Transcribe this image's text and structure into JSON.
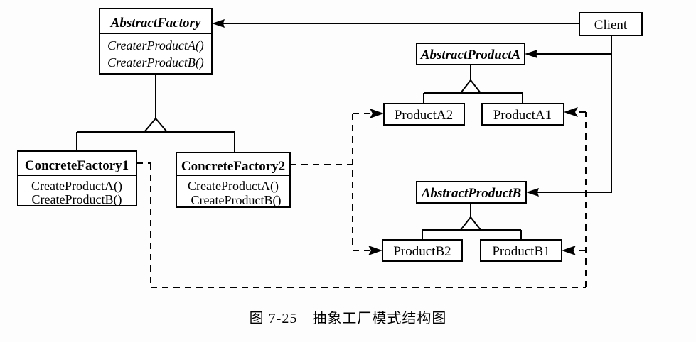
{
  "figure": {
    "caption": "图 7-25　抽象工厂模式结构图",
    "caption_number": "图 7-25",
    "caption_title": "抽象工厂模式结构图"
  },
  "classes": {
    "abstract_factory": {
      "name": "AbstractFactory",
      "stereotype": "abstract",
      "operations": [
        "CreaterProductA()",
        "CreaterProductB()"
      ]
    },
    "concrete_factory_1": {
      "name": "ConcreteFactory1",
      "stereotype": "concrete",
      "operations": [
        "CreateProductA()",
        "CreateProductB()"
      ]
    },
    "concrete_factory_2": {
      "name": "ConcreteFactory2",
      "stereotype": "concrete",
      "operations": [
        "CreateProductA()",
        "CreateProductB()"
      ]
    },
    "client": {
      "name": "Client",
      "stereotype": "concrete",
      "operations": []
    },
    "abstract_product_a": {
      "name": "AbstractProductA",
      "stereotype": "abstract",
      "operations": []
    },
    "product_a1": {
      "name": "ProductA1",
      "stereotype": "concrete",
      "operations": []
    },
    "product_a2": {
      "name": "ProductA2",
      "stereotype": "concrete",
      "operations": []
    },
    "abstract_product_b": {
      "name": "AbstractProductB",
      "stereotype": "abstract",
      "operations": []
    },
    "product_b1": {
      "name": "ProductB1",
      "stereotype": "concrete",
      "operations": []
    },
    "product_b2": {
      "name": "ProductB2",
      "stereotype": "concrete",
      "operations": []
    }
  },
  "relationships": [
    {
      "kind": "association",
      "style": "solid-arrow",
      "from": "Client",
      "to": "AbstractFactory"
    },
    {
      "kind": "association",
      "style": "solid-arrow",
      "from": "Client",
      "to": "AbstractProductA"
    },
    {
      "kind": "association",
      "style": "solid-arrow",
      "from": "Client",
      "to": "AbstractProductB"
    },
    {
      "kind": "generalization",
      "style": "hollow-triangle",
      "from": "ConcreteFactory1",
      "to": "AbstractFactory"
    },
    {
      "kind": "generalization",
      "style": "hollow-triangle",
      "from": "ConcreteFactory2",
      "to": "AbstractFactory"
    },
    {
      "kind": "generalization",
      "style": "hollow-triangle",
      "from": "ProductA1",
      "to": "AbstractProductA"
    },
    {
      "kind": "generalization",
      "style": "hollow-triangle",
      "from": "ProductA2",
      "to": "AbstractProductA"
    },
    {
      "kind": "generalization",
      "style": "hollow-triangle",
      "from": "ProductB1",
      "to": "AbstractProductB"
    },
    {
      "kind": "generalization",
      "style": "hollow-triangle",
      "from": "ProductB2",
      "to": "AbstractProductB"
    },
    {
      "kind": "dependency",
      "style": "dashed-arrow",
      "from": "ConcreteFactory2",
      "to": "ProductA2"
    },
    {
      "kind": "dependency",
      "style": "dashed-arrow",
      "from": "ConcreteFactory2",
      "to": "ProductB2"
    },
    {
      "kind": "dependency",
      "style": "dashed-arrow",
      "from": "ConcreteFactory1",
      "to": "ProductA1"
    },
    {
      "kind": "dependency",
      "style": "dashed-arrow",
      "from": "ConcreteFactory1",
      "to": "ProductB1"
    }
  ],
  "colors": {
    "background": "#ffffff",
    "stroke": "#000000",
    "box_fill": "#ffffff",
    "text": "#000000"
  }
}
